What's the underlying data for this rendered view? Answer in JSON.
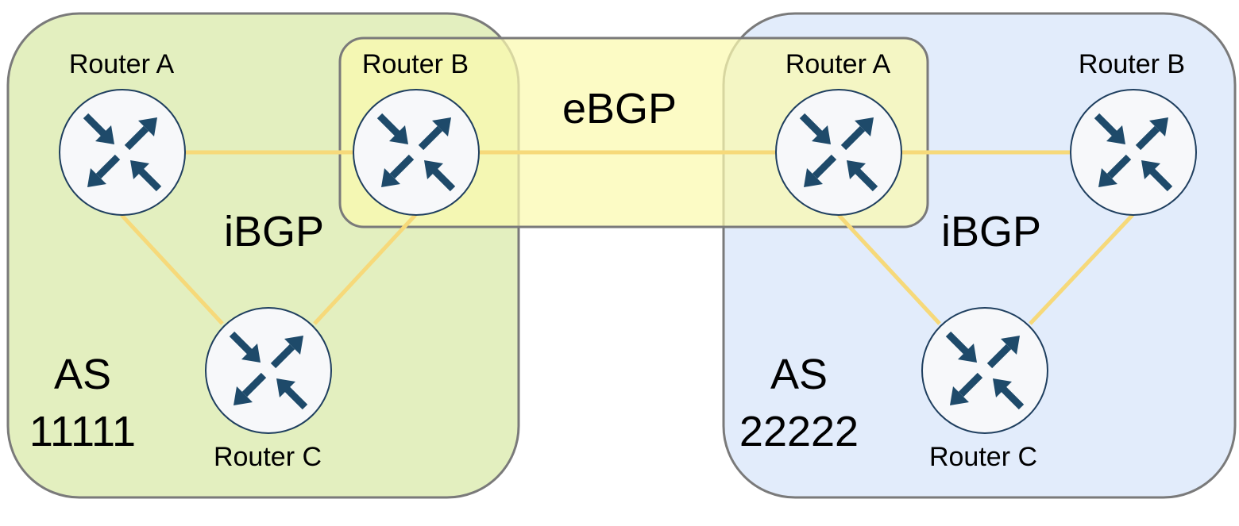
{
  "colors": {
    "as1_fill": "#e3efbf",
    "as2_fill": "#e2ecfb",
    "ebgp_fill": "#fbfaae",
    "border": "#7a7a7a",
    "link": "#f6d97a",
    "router_fill": "#f7f8fa",
    "router_border": "#1f3f5f",
    "arrow": "#1e4a6a"
  },
  "as_left": {
    "label_as": "AS",
    "label_num": "11111",
    "protocol": "iBGP",
    "routers": {
      "a": {
        "name": "Router A",
        "icon": "router-icon"
      },
      "b": {
        "name": "Router B",
        "icon": "router-icon"
      },
      "c": {
        "name": "Router C",
        "icon": "router-icon"
      }
    }
  },
  "as_right": {
    "label_as": "AS",
    "label_num": "22222",
    "protocol": "iBGP",
    "routers": {
      "a": {
        "name": "Router A",
        "icon": "router-icon"
      },
      "b": {
        "name": "Router B",
        "icon": "router-icon"
      },
      "c": {
        "name": "Router C",
        "icon": "router-icon"
      }
    }
  },
  "ebgp": {
    "label": "eBGP"
  }
}
